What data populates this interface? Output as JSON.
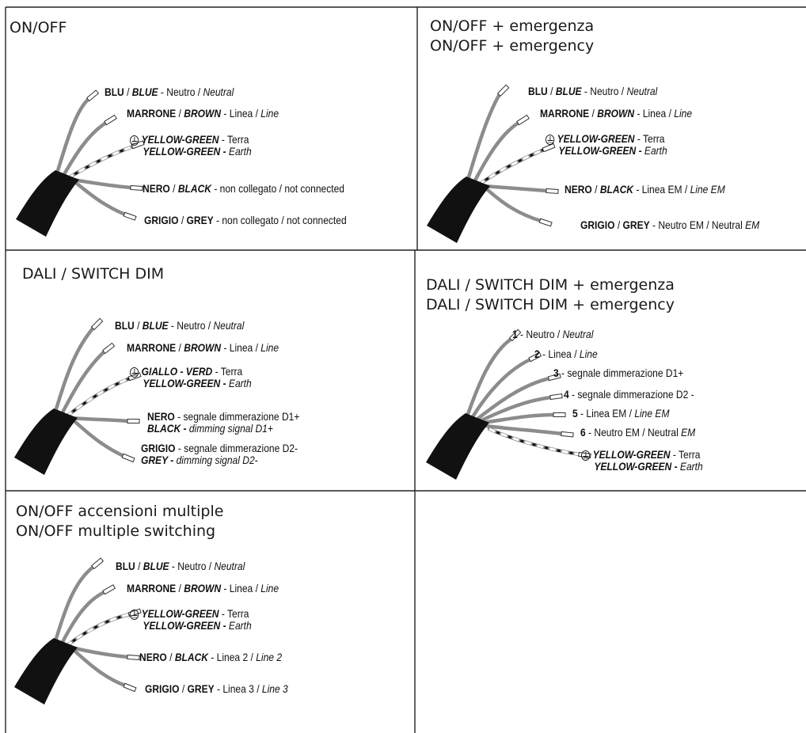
{
  "panels": {
    "onoff": {
      "title": [
        "ON/OFF"
      ],
      "labels": [
        {
          "parts": [
            [
              "b",
              "BLU"
            ],
            [
              "",
              "/ "
            ],
            [
              "bi",
              "BLUE"
            ],
            [
              "",
              " - Neutro / "
            ],
            [
              "i",
              "Neutral"
            ]
          ]
        },
        {
          "parts": [
            [
              "b",
              "MARRONE"
            ],
            [
              "",
              "/ "
            ],
            [
              "bi",
              "BROWN"
            ],
            [
              "",
              " - Linea / "
            ],
            [
              "i",
              "Line"
            ]
          ]
        },
        {
          "earth": true,
          "lines": [
            [
              [
                "bi",
                "YELLOW-GREEN"
              ],
              [
                "",
                " - Terra"
              ]
            ],
            [
              [
                "bi",
                "YELLOW-GREEN - "
              ],
              [
                "i",
                "Earth"
              ]
            ]
          ]
        },
        {
          "parts": [
            [
              "b",
              "NERO"
            ],
            [
              "",
              "/ "
            ],
            [
              "bi",
              "BLACK"
            ],
            [
              "",
              " - non collegato / not connected"
            ]
          ]
        },
        {
          "parts": [
            [
              "b",
              "GRIGIO"
            ],
            [
              "",
              "/ "
            ],
            [
              "b",
              "GREY"
            ],
            [
              "",
              " - non collegato / not connected"
            ]
          ]
        }
      ]
    },
    "onoff_em": {
      "title": [
        "ON/OFF + emergenza",
        "ON/OFF + emergency"
      ],
      "labels": [
        {
          "parts": [
            [
              "b",
              "BLU"
            ],
            [
              "",
              "/ "
            ],
            [
              "bi",
              "BLUE"
            ],
            [
              "",
              " - Neutro / "
            ],
            [
              "i",
              "Neutral"
            ]
          ]
        },
        {
          "parts": [
            [
              "b",
              "MARRONE"
            ],
            [
              "",
              "/ "
            ],
            [
              "bi",
              "BROWN"
            ],
            [
              "",
              " - Linea / "
            ],
            [
              "i",
              "Line"
            ]
          ]
        },
        {
          "earth": true,
          "lines": [
            [
              [
                "bi",
                "YELLOW-GREEN"
              ],
              [
                "",
                " - Terra"
              ]
            ],
            [
              [
                "bi",
                "YELLOW-GREEN - "
              ],
              [
                "i",
                "Earth"
              ]
            ]
          ]
        },
        {
          "parts": [
            [
              "b",
              "NERO"
            ],
            [
              "",
              "/ "
            ],
            [
              "bi",
              "BLACK"
            ],
            [
              "",
              " - Linea EM / "
            ],
            [
              "i",
              "Line EM"
            ]
          ]
        },
        {
          "parts": [
            [
              "b",
              "GRIGIO"
            ],
            [
              "",
              "/ "
            ],
            [
              "b",
              "GREY"
            ],
            [
              "",
              " - Neutro EM / Neutral "
            ],
            [
              "i",
              "EM"
            ]
          ]
        }
      ]
    },
    "dali": {
      "title": [
        "DALI / SWITCH DIM"
      ],
      "labels": [
        {
          "parts": [
            [
              "b",
              "BLU"
            ],
            [
              "",
              "/ "
            ],
            [
              "bi",
              "BLUE"
            ],
            [
              "",
              " - Neutro / "
            ],
            [
              "i",
              "Neutral"
            ]
          ]
        },
        {
          "parts": [
            [
              "b",
              "MARRONE"
            ],
            [
              "",
              "/ "
            ],
            [
              "bi",
              "BROWN"
            ],
            [
              "",
              " - Linea / "
            ],
            [
              "i",
              "Line"
            ]
          ]
        },
        {
          "earth": true,
          "lines": [
            [
              [
                "bi",
                "GIALLO - VERD"
              ],
              [
                "",
                " - Terra"
              ]
            ],
            [
              [
                "bi",
                "YELLOW-GREEN - "
              ],
              [
                "i",
                "Earth"
              ]
            ]
          ]
        },
        {
          "lines": [
            [
              [
                "b",
                "NERO"
              ],
              [
                "",
                " - segnale dimmerazione D1+"
              ]
            ],
            [
              [
                "bi",
                "BLACK - "
              ],
              [
                "i",
                "dimming signal D1+"
              ]
            ]
          ]
        },
        {
          "lines": [
            [
              [
                "b",
                "GRIGIO"
              ],
              [
                "",
                " - segnale dimmerazione D2-"
              ]
            ],
            [
              [
                "bi",
                "GREY - "
              ],
              [
                "i",
                "dimming signal D2-"
              ]
            ]
          ]
        }
      ]
    },
    "dali_em": {
      "title": [
        "DALI / SWITCH DIM + emergenza",
        "DALI / SWITCH DIM + emergency"
      ],
      "labels": [
        {
          "parts": [
            [
              "b",
              "1"
            ],
            [
              "",
              " - Neutro / "
            ],
            [
              "i",
              "Neutral"
            ]
          ]
        },
        {
          "parts": [
            [
              "b",
              "2"
            ],
            [
              "",
              " - Linea / "
            ],
            [
              "i",
              "Line"
            ]
          ]
        },
        {
          "parts": [
            [
              "b",
              "3"
            ],
            [
              "",
              " - segnale dimmerazione D1+"
            ]
          ]
        },
        {
          "parts": [
            [
              "b",
              "4"
            ],
            [
              "",
              " - segnale dimmerazione D2 -"
            ]
          ]
        },
        {
          "parts": [
            [
              "b",
              "5"
            ],
            [
              "",
              " - Linea EM / "
            ],
            [
              "i",
              "Line EM"
            ]
          ]
        },
        {
          "parts": [
            [
              "b",
              "6"
            ],
            [
              "",
              " - Neutro EM / Neutral "
            ],
            [
              "i",
              "EM"
            ]
          ]
        },
        {
          "earth": true,
          "lines": [
            [
              [
                "bi",
                "YELLOW-GREEN"
              ],
              [
                "",
                " - Terra"
              ]
            ],
            [
              [
                "bi",
                "YELLOW-GREEN - "
              ],
              [
                "i",
                "Earth"
              ]
            ]
          ]
        }
      ]
    },
    "multi": {
      "title": [
        "ON/OFF accensioni multiple",
        "ON/OFF multiple switching"
      ],
      "labels": [
        {
          "parts": [
            [
              "b",
              "BLU"
            ],
            [
              "",
              "/ "
            ],
            [
              "bi",
              "BLUE"
            ],
            [
              "",
              " - Neutro / "
            ],
            [
              "i",
              "Neutral"
            ]
          ]
        },
        {
          "parts": [
            [
              "b",
              "MARRONE"
            ],
            [
              "",
              "/ "
            ],
            [
              "bi",
              "BROWN"
            ],
            [
              "",
              " - Linea / "
            ],
            [
              "i",
              "Line"
            ]
          ]
        },
        {
          "earth": true,
          "lines": [
            [
              [
                "bi",
                "YELLOW-GREEN"
              ],
              [
                "",
                " - Terra"
              ]
            ],
            [
              [
                "bi",
                "YELLOW-GREEN - "
              ],
              [
                "i",
                "Earth"
              ]
            ]
          ]
        },
        {
          "parts": [
            [
              "b",
              "NERO"
            ],
            [
              "",
              "/ "
            ],
            [
              "bi",
              "BLACK"
            ],
            [
              "",
              " - Linea 2 / "
            ],
            [
              "i",
              "Line 2"
            ]
          ]
        },
        {
          "parts": [
            [
              "b",
              "GRIGIO"
            ],
            [
              "",
              "/ "
            ],
            [
              "b",
              "GREY"
            ],
            [
              "",
              " - Linea 3 / "
            ],
            [
              "i",
              "Line 3"
            ]
          ]
        }
      ]
    }
  },
  "colors": {
    "wire": "#8c8c8c",
    "sheath": "#111111",
    "border": "#222222",
    "text": "#111111"
  }
}
